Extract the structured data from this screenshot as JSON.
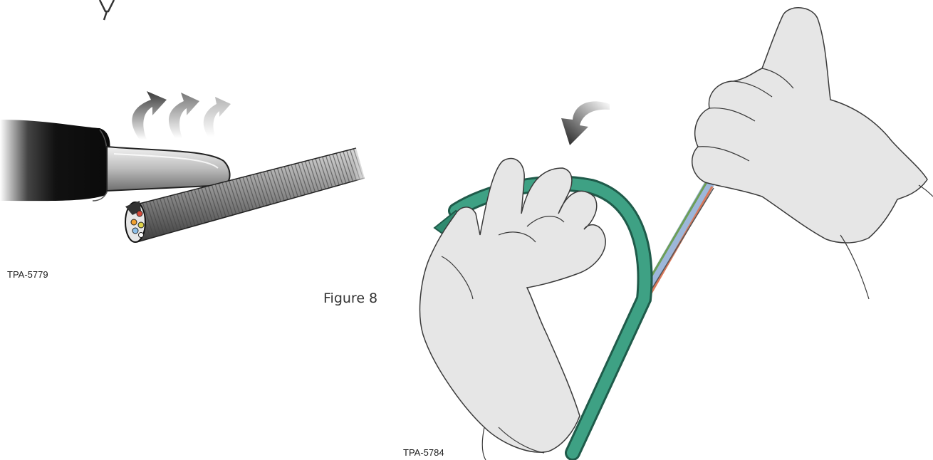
{
  "left_illustration": {
    "code": "TPA-5779",
    "colors": {
      "knife_handle": "#111111",
      "blade": "#c9c9c9",
      "cable": "#9a9a9a",
      "arrow": "#777777"
    },
    "icons": [
      "knife-icon",
      "armored-cable-icon",
      "curved-arrow-icon"
    ]
  },
  "right_illustration": {
    "code": "TPA-5784",
    "figure_label": "Figure 8",
    "colors": {
      "glove": "#e6e6e6",
      "glove_outline": "#444444",
      "armor": "#2f8a6f",
      "arrow": "#222222"
    },
    "icons": [
      "gloved-hand-icon",
      "green-armored-cable-icon",
      "curved-arrow-icon"
    ]
  }
}
